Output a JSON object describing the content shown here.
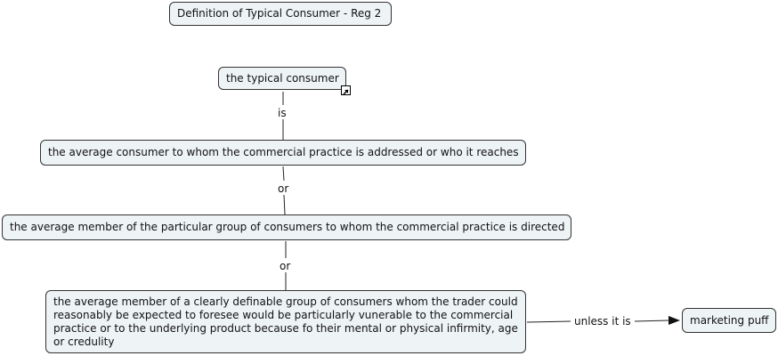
{
  "title": "Definition of Typical Consumer - Reg 2",
  "nodes": {
    "typical_consumer": "the typical consumer",
    "average_consumer": "the average consumer to whom the commercial practice is addressed or who it reaches",
    "average_member_group": "the average member of the particular group of consumers to whom the commercial practice is directed",
    "vulnerable_group": "the average member of a clearly definable group of consumers whom the trader could reasonably be expected to foresee would be particularly vunerable to the commercial practice or to the underlying product because fo their mental or physical infirmity, age or credulity",
    "marketing_puff": "marketing puff"
  },
  "links": {
    "is": "is",
    "or_1": "or",
    "or_2": "or",
    "unless_it_is": "unless it is"
  },
  "icons": {
    "external_link": "external-link-icon"
  }
}
